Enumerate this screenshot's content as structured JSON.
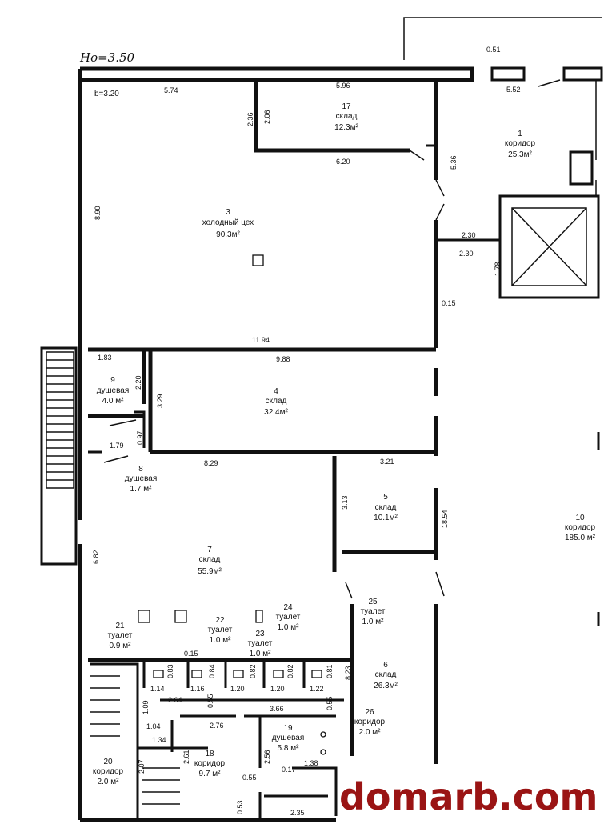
{
  "header": {
    "height_mark": "Ho=3.50",
    "b_mark": "b=3.20"
  },
  "rooms": [
    {
      "id": "r1",
      "num": "1",
      "name": "коридор",
      "area": "25.3м²"
    },
    {
      "id": "r3",
      "num": "3",
      "name": "холодный цех",
      "area": "90.3м²"
    },
    {
      "id": "r4",
      "num": "4",
      "name": "склад",
      "area": "32.4м²"
    },
    {
      "id": "r5",
      "num": "5",
      "name": "склад",
      "area": "10.1м²"
    },
    {
      "id": "r6",
      "num": "6",
      "name": "склад",
      "area": "26.3м²"
    },
    {
      "id": "r7",
      "num": "7",
      "name": "склад",
      "area": "55.9м²"
    },
    {
      "id": "r8",
      "num": "8",
      "name": "душевая",
      "area": "1.7 м²"
    },
    {
      "id": "r9",
      "num": "9",
      "name": "душевая",
      "area": "4.0 м²"
    },
    {
      "id": "r10",
      "num": "10",
      "name": "коридор",
      "area": "185.0 м²"
    },
    {
      "id": "r17",
      "num": "17",
      "name": "склад",
      "area": "12.3м²"
    },
    {
      "id": "r18",
      "num": "18",
      "name": "коридор",
      "area": "9.7 м²"
    },
    {
      "id": "r19",
      "num": "19",
      "name": "душевая",
      "area": "5.8 м²"
    },
    {
      "id": "r20",
      "num": "20",
      "name": "коридор",
      "area": "2.0 м²"
    },
    {
      "id": "r21",
      "num": "21",
      "name": "туалет",
      "area": "0.9 м²"
    },
    {
      "id": "r22",
      "num": "22",
      "name": "туалет",
      "area": "1.0 м²"
    },
    {
      "id": "r23",
      "num": "23",
      "name": "туалет",
      "area": "1.0 м²"
    },
    {
      "id": "r24",
      "num": "24",
      "name": "туалет",
      "area": "1.0 м²"
    },
    {
      "id": "r25",
      "num": "25",
      "name": "туалет",
      "area": "1.0 м²"
    },
    {
      "id": "r26",
      "num": "26",
      "name": "коридор",
      "area": "2.0 м²"
    }
  ],
  "dimensions": [
    "0.51",
    "5.52",
    "5.74",
    "5.96",
    "2.36",
    "2.06",
    "6.20",
    "5.36",
    "8.90",
    "2.30",
    "2.30",
    "1.78",
    "0.15",
    "11.94",
    "1.83",
    "9.88",
    "2.20",
    "3.29",
    "0.97",
    "1.79",
    "8.29",
    "3.21",
    "3.13",
    "18.54",
    "6.82",
    "0.15",
    "0.83",
    "0.84",
    "0.82",
    "0.82",
    "0.81",
    "1.14",
    "1.16",
    "1.20",
    "1.20",
    "1.22",
    "8.23",
    "2.64",
    "0.55",
    "3.66",
    "0.55",
    "1.09",
    "1.04",
    "2.76",
    "1.34",
    "2.61",
    "2.07",
    "2.56",
    "0.17",
    "1.38",
    "0.55",
    "0.53",
    "2.35"
  ],
  "watermark": "domarb.com"
}
